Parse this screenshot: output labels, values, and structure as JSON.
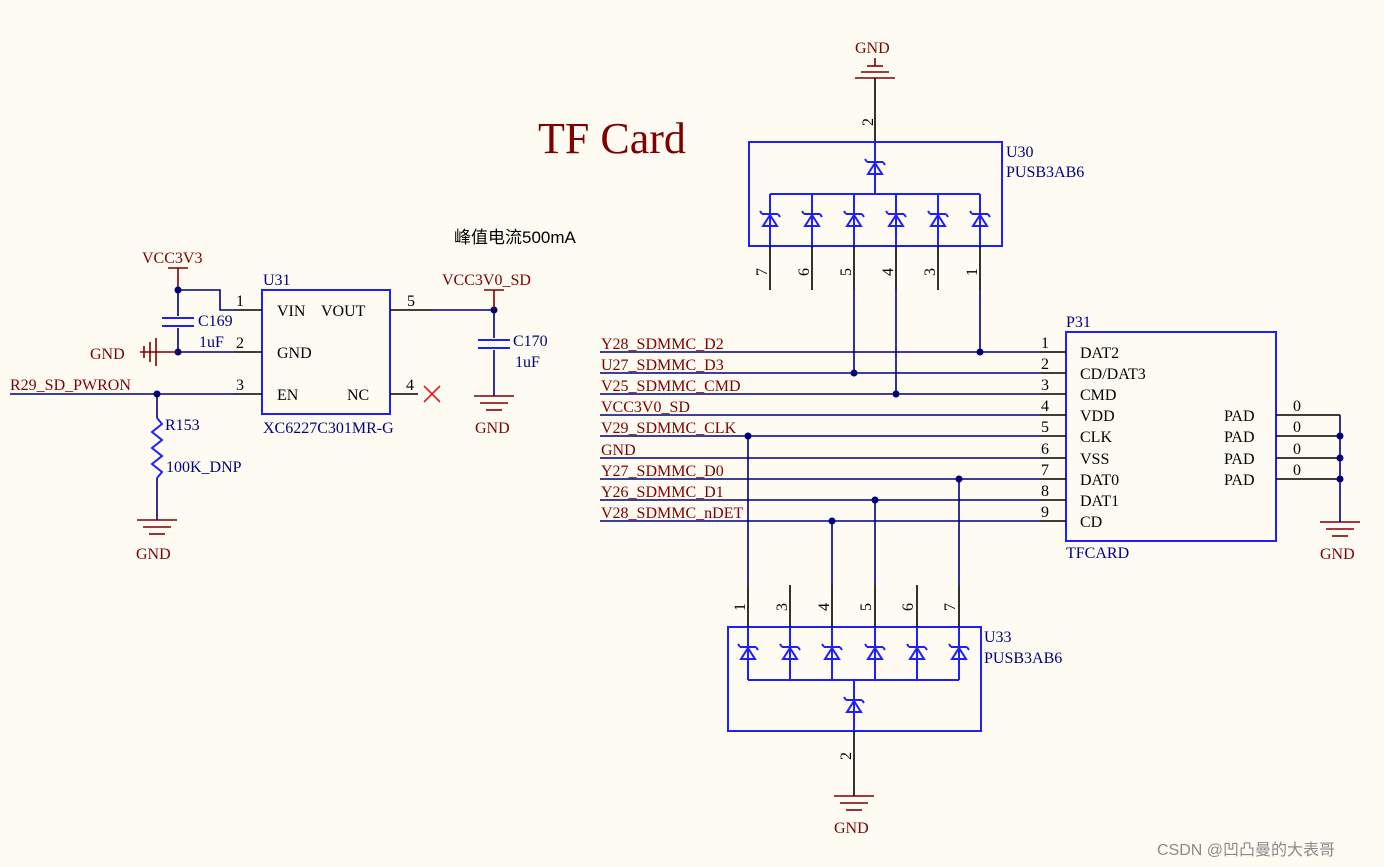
{
  "title": "TF Card",
  "note": "峰值电流500mA",
  "watermark": "CSDN @凹凸曼的大表哥",
  "colors": {
    "background": "#fdfbf2",
    "net_red": "#800000",
    "wire_blue": "#00007f",
    "component_blue": "#1e1eff"
  },
  "power": {
    "vcc3v3": "VCC3V3",
    "vcc3v0_sd": "VCC3V0_SD",
    "gnd": "GND"
  },
  "regulator": {
    "designator": "U31",
    "part": "XC6227C301MR-G",
    "pins": [
      {
        "num": "1",
        "name": "VIN"
      },
      {
        "num": "2",
        "name": "GND"
      },
      {
        "num": "3",
        "name": "EN"
      },
      {
        "num": "4",
        "name": "NC"
      },
      {
        "num": "5",
        "name": "VOUT"
      }
    ]
  },
  "c169": {
    "designator": "C169",
    "value": "1uF"
  },
  "c170": {
    "designator": "C170",
    "value": "1uF"
  },
  "r153": {
    "designator": "R153",
    "value": "100K_DNP"
  },
  "enable_net": "R29_SD_PWRON",
  "tvs_top": {
    "designator": "U30",
    "part": "PUSB3AB6",
    "pins": [
      "7",
      "6",
      "5",
      "4",
      "3",
      "1"
    ],
    "gnd_pin": "2"
  },
  "tvs_bottom": {
    "designator": "U33",
    "part": "PUSB3AB6",
    "pins": [
      "1",
      "3",
      "4",
      "5",
      "6",
      "7"
    ],
    "gnd_pin": "2"
  },
  "connector": {
    "designator": "P31",
    "part": "TFCARD",
    "pins": [
      {
        "num": "1",
        "name": "DAT2",
        "net": "Y28_SDMMC_D2"
      },
      {
        "num": "2",
        "name": "CD/DAT3",
        "net": "U27_SDMMC_D3"
      },
      {
        "num": "3",
        "name": "CMD",
        "net": "V25_SDMMC_CMD"
      },
      {
        "num": "4",
        "name": "VDD",
        "net": "VCC3V0_SD"
      },
      {
        "num": "5",
        "name": "CLK",
        "net": "V29_SDMMC_CLK"
      },
      {
        "num": "6",
        "name": "VSS",
        "net": "GND"
      },
      {
        "num": "7",
        "name": "DAT0",
        "net": "Y27_SDMMC_D0"
      },
      {
        "num": "8",
        "name": "DAT1",
        "net": "Y26_SDMMC_D1"
      },
      {
        "num": "9",
        "name": "CD",
        "net": "V28_SDMMC_nDET"
      }
    ],
    "pads": [
      {
        "num": "0",
        "name": "PAD"
      },
      {
        "num": "0",
        "name": "PAD"
      },
      {
        "num": "0",
        "name": "PAD"
      },
      {
        "num": "0",
        "name": "PAD"
      }
    ]
  }
}
